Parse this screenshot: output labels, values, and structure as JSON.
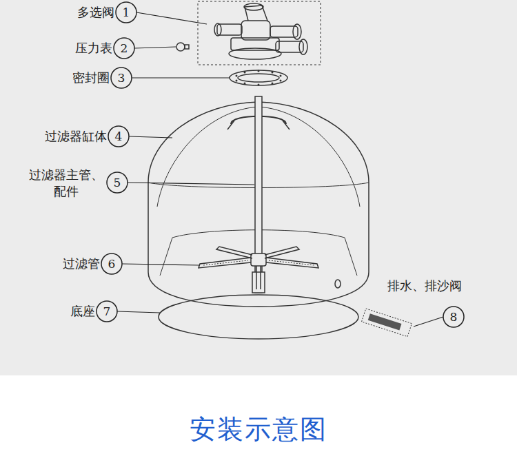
{
  "diagram": {
    "title": "安装示意图",
    "labels": [
      "多选阀",
      "1",
      "压力表",
      "2",
      "密封圈",
      "3",
      "过滤器缸体",
      "4",
      "过滤器主管、配件",
      "5",
      "过滤管",
      "6",
      "底座",
      "7",
      "排水、排沙阀",
      "8"
    ]
  }
}
